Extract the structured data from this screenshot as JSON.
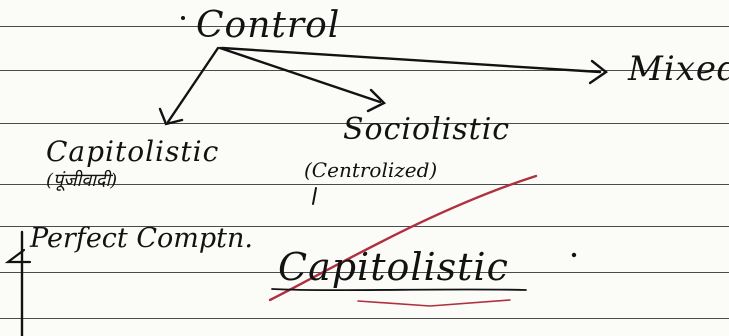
{
  "notes": {
    "title": "Control",
    "branches": {
      "left": "Capitolistic",
      "left_sub": "(पूंजीवादी)",
      "middle": "Sociolistic",
      "middle_sub": "(Centrolized)",
      "right": "Mixed"
    },
    "point": "Perfect Comptn.",
    "crossed_word": "Capitolistic",
    "ink_color": "#121212",
    "correction_color": "#b0303f",
    "rule_color": "#4b4b4b"
  }
}
